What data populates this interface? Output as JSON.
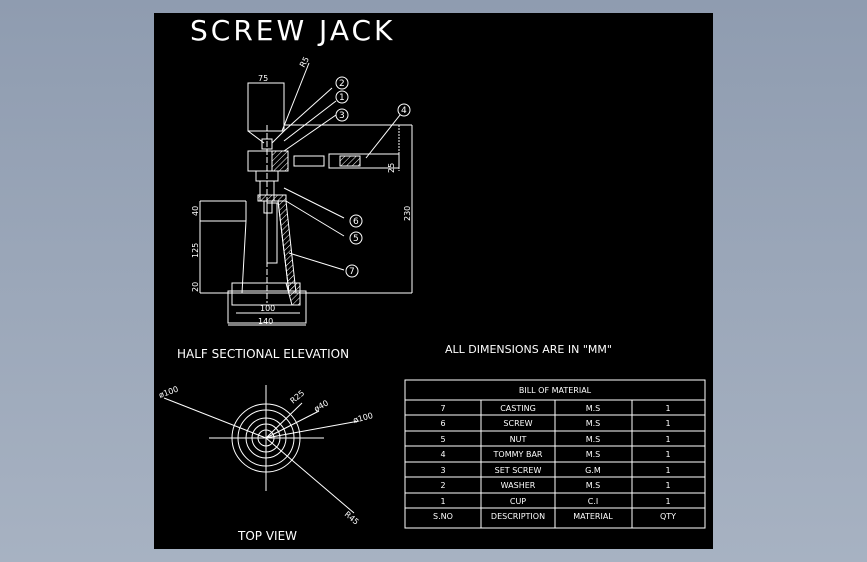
{
  "title": "SCREW JACK",
  "views": {
    "elevation_caption": "HALF SECTIONAL ELEVATION",
    "top_caption": "TOP VIEW"
  },
  "note": "ALL DIMENSIONS ARE IN \"MM\"",
  "dimensions": {
    "top_width": "75",
    "screw_dia": "R5",
    "bar_dia": "25",
    "overall_height": "230",
    "h40": "40",
    "h125": "125",
    "h20": "20",
    "base_inner": "100",
    "base_outer": "140"
  },
  "top_view_dims": [
    "ø100",
    "R25",
    "ø40",
    "ø100",
    "R45"
  ],
  "balloons": [
    "2",
    "1",
    "3",
    "4",
    "6",
    "5",
    "7"
  ],
  "bom": {
    "title": "BILL OF MATERIAL",
    "headers": [
      "S.NO",
      "DESCRIPTION",
      "MATERIAL",
      "QTY"
    ],
    "rows": [
      [
        "7",
        "CASTING",
        "M.S",
        "1"
      ],
      [
        "6",
        "SCREW",
        "M.S",
        "1"
      ],
      [
        "5",
        "NUT",
        "M.S",
        "1"
      ],
      [
        "4",
        "TOMMY BAR",
        "M.S",
        "1"
      ],
      [
        "3",
        "SET SCREW",
        "G.M",
        "1"
      ],
      [
        "2",
        "WASHER",
        "M.S",
        "1"
      ],
      [
        "1",
        "CUP",
        "C.I",
        "1"
      ]
    ]
  },
  "colors": {
    "sheet": "#000000",
    "lines": "#ffffff",
    "background": "#99a5b8"
  }
}
